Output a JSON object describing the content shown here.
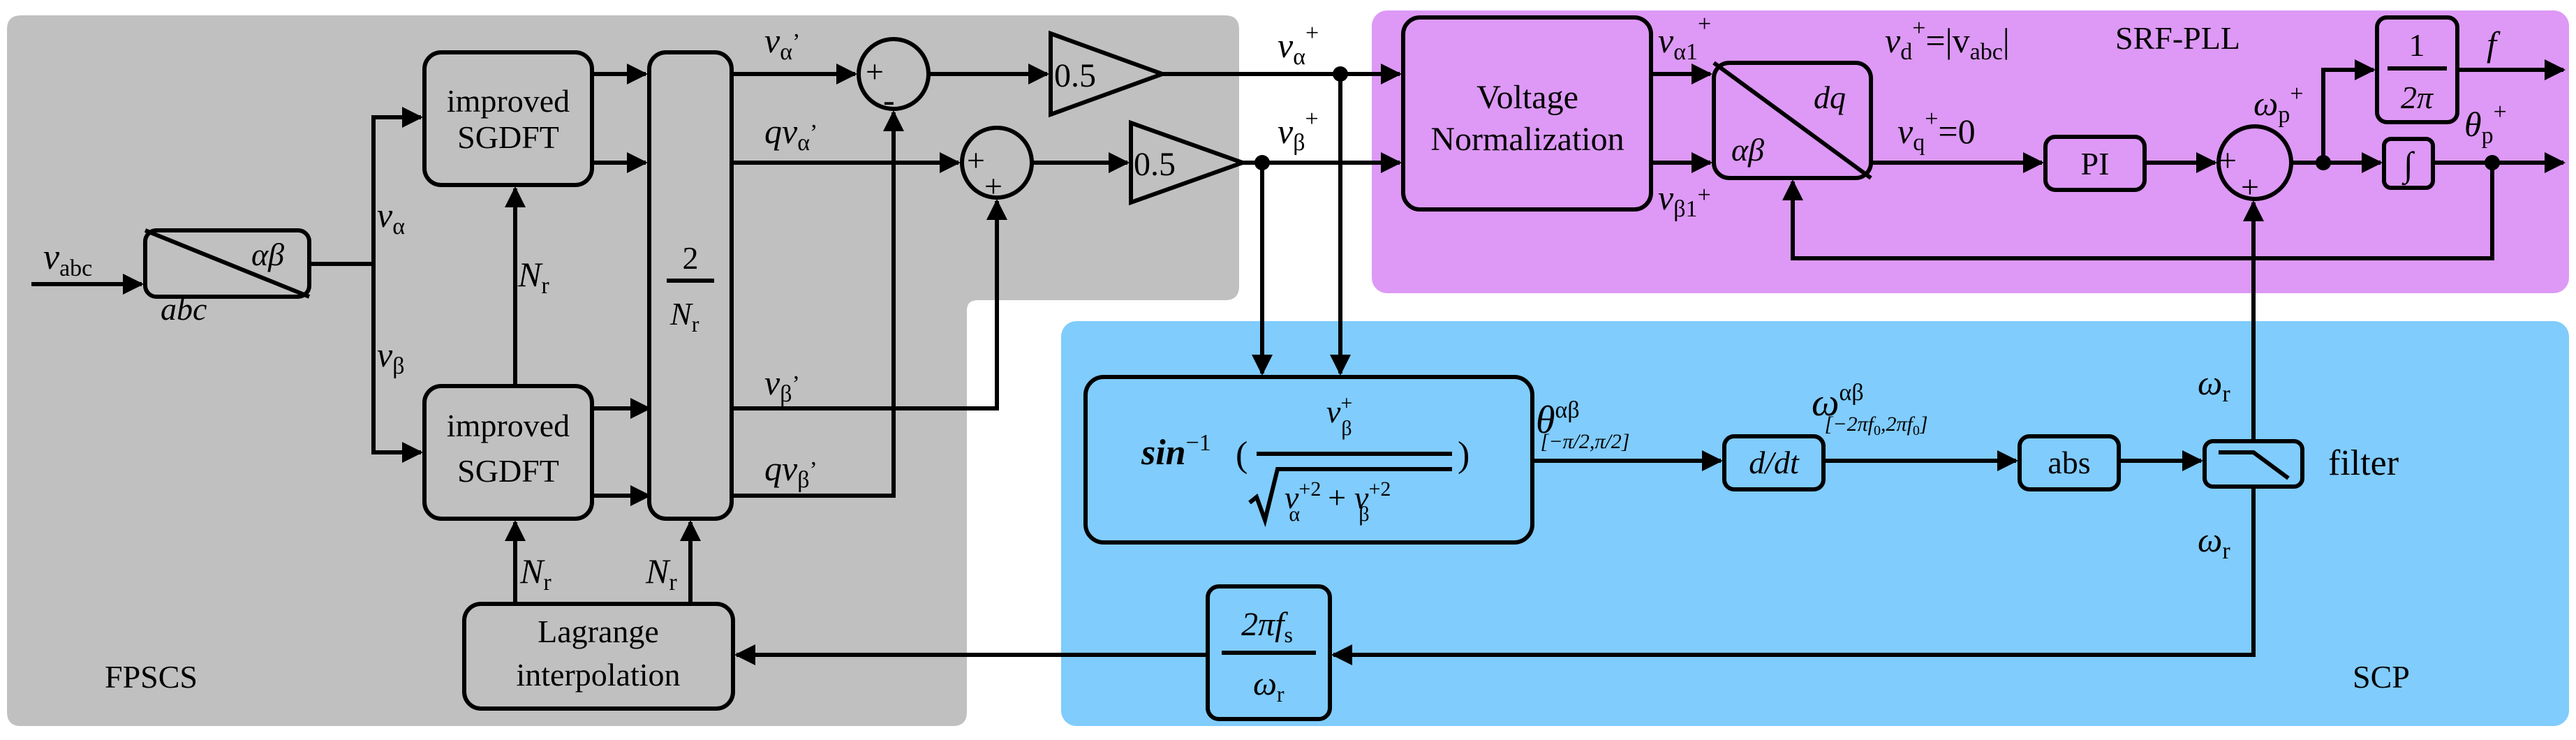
{
  "regions": {
    "fpscs": {
      "label": "FPSCS",
      "color": "#c0c0c0"
    },
    "srf_pll": {
      "label": "SRF-PLL",
      "color": "#dd99f5"
    },
    "scp": {
      "label": "SCP",
      "color": "#80ccfc"
    }
  },
  "colors": {
    "fpscs_block": "#c0c0c0",
    "pll_block": "#dd99f5",
    "scp_block": "#80ccfc",
    "line": "#000000"
  },
  "input": {
    "v": "v",
    "sub": "abc"
  },
  "clarke": {
    "top": "αβ",
    "bottom": "abc"
  },
  "signals": {
    "v_alpha": {
      "v": "v",
      "sub": "α"
    },
    "v_beta": {
      "v": "v",
      "sub": "β"
    },
    "v_alpha_p": {
      "v": "v",
      "sub": "α",
      "sup": "’"
    },
    "qv_alpha_p": {
      "v": "qv",
      "sub": "α",
      "sup": "’"
    },
    "v_beta_p": {
      "v": "v",
      "sub": "β",
      "sup": "’"
    },
    "qv_beta_p": {
      "v": "qv",
      "sub": "β",
      "sup": "’"
    },
    "v_alpha_plus": {
      "v": "v",
      "sub": "α",
      "sup": "+"
    },
    "v_beta_plus": {
      "v": "v",
      "sub": "β",
      "sup": "+"
    },
    "v_alpha1_plus": {
      "v": "v",
      "sub": "α1",
      "sup": "+"
    },
    "v_beta1_plus": {
      "v": "v",
      "sub": "β1",
      "sup": "+"
    },
    "vd_eq": {
      "v": "v",
      "sub": "d",
      "sup": "+",
      "rhs": "=|v",
      "rhs_sub": "abc",
      "rhs_end": "|"
    },
    "vq_eq": {
      "v": "v",
      "sub": "q",
      "sup": "+",
      "rhs": "=0"
    },
    "omega_p_plus": {
      "v": "ω",
      "sub": "p",
      "sup": "+"
    },
    "theta_p_plus": {
      "v": "θ",
      "sub": "p",
      "sup": "+"
    },
    "f": "f",
    "nr": {
      "v": "N",
      "sub": "r"
    },
    "omega_r": {
      "v": "ω",
      "sub": "r"
    },
    "theta_ab": {
      "v": "θ",
      "sup": "αβ",
      "sub": "[−π/2,π/2]"
    },
    "omega_ab": {
      "v": "ω",
      "sup": "αβ",
      "sub": "[−2πf",
      "sub_0": "0",
      "sub_mid": ",2πf",
      "sub_end": "]"
    }
  },
  "blocks": {
    "sgdft_top": [
      "improved",
      "SGDFT"
    ],
    "sgdft_bottom": [
      "improved",
      "SGDFT"
    ],
    "div_nr": {
      "num": "2",
      "den": "N",
      "den_sub": "r"
    },
    "sum_top": {
      "a": "+",
      "b": "-"
    },
    "sum_bottom": {
      "a": "+",
      "b": "+"
    },
    "gain_top": "0.5",
    "gain_bottom": "0.5",
    "voltage_norm": [
      "Voltage",
      "Normalization"
    ],
    "park": {
      "top": "dq",
      "bottom": "αβ"
    },
    "pi": "PI",
    "sum_pll": {
      "a": "+",
      "b": "+"
    },
    "gain_2pi": {
      "num": "1",
      "den": "2π"
    },
    "integrator": "∫",
    "asin": {
      "fn": "sin",
      "sup": "−1",
      "num": "v",
      "num_sub": "β",
      "num_sup": "+",
      "den_a": "v",
      "den_a_sub": "α",
      "den_a_sup": "+2",
      "plus": "+",
      "den_b": "v",
      "den_b_sub": "β",
      "den_b_sup": "+2"
    },
    "ddt": "d/dt",
    "abs": "abs",
    "filter": "filter",
    "nr_calc": {
      "num": "2πf",
      "num_sub": "s",
      "den": "ω",
      "den_sub": "r"
    },
    "lagrange": [
      "Lagrange",
      "interpolation"
    ]
  }
}
